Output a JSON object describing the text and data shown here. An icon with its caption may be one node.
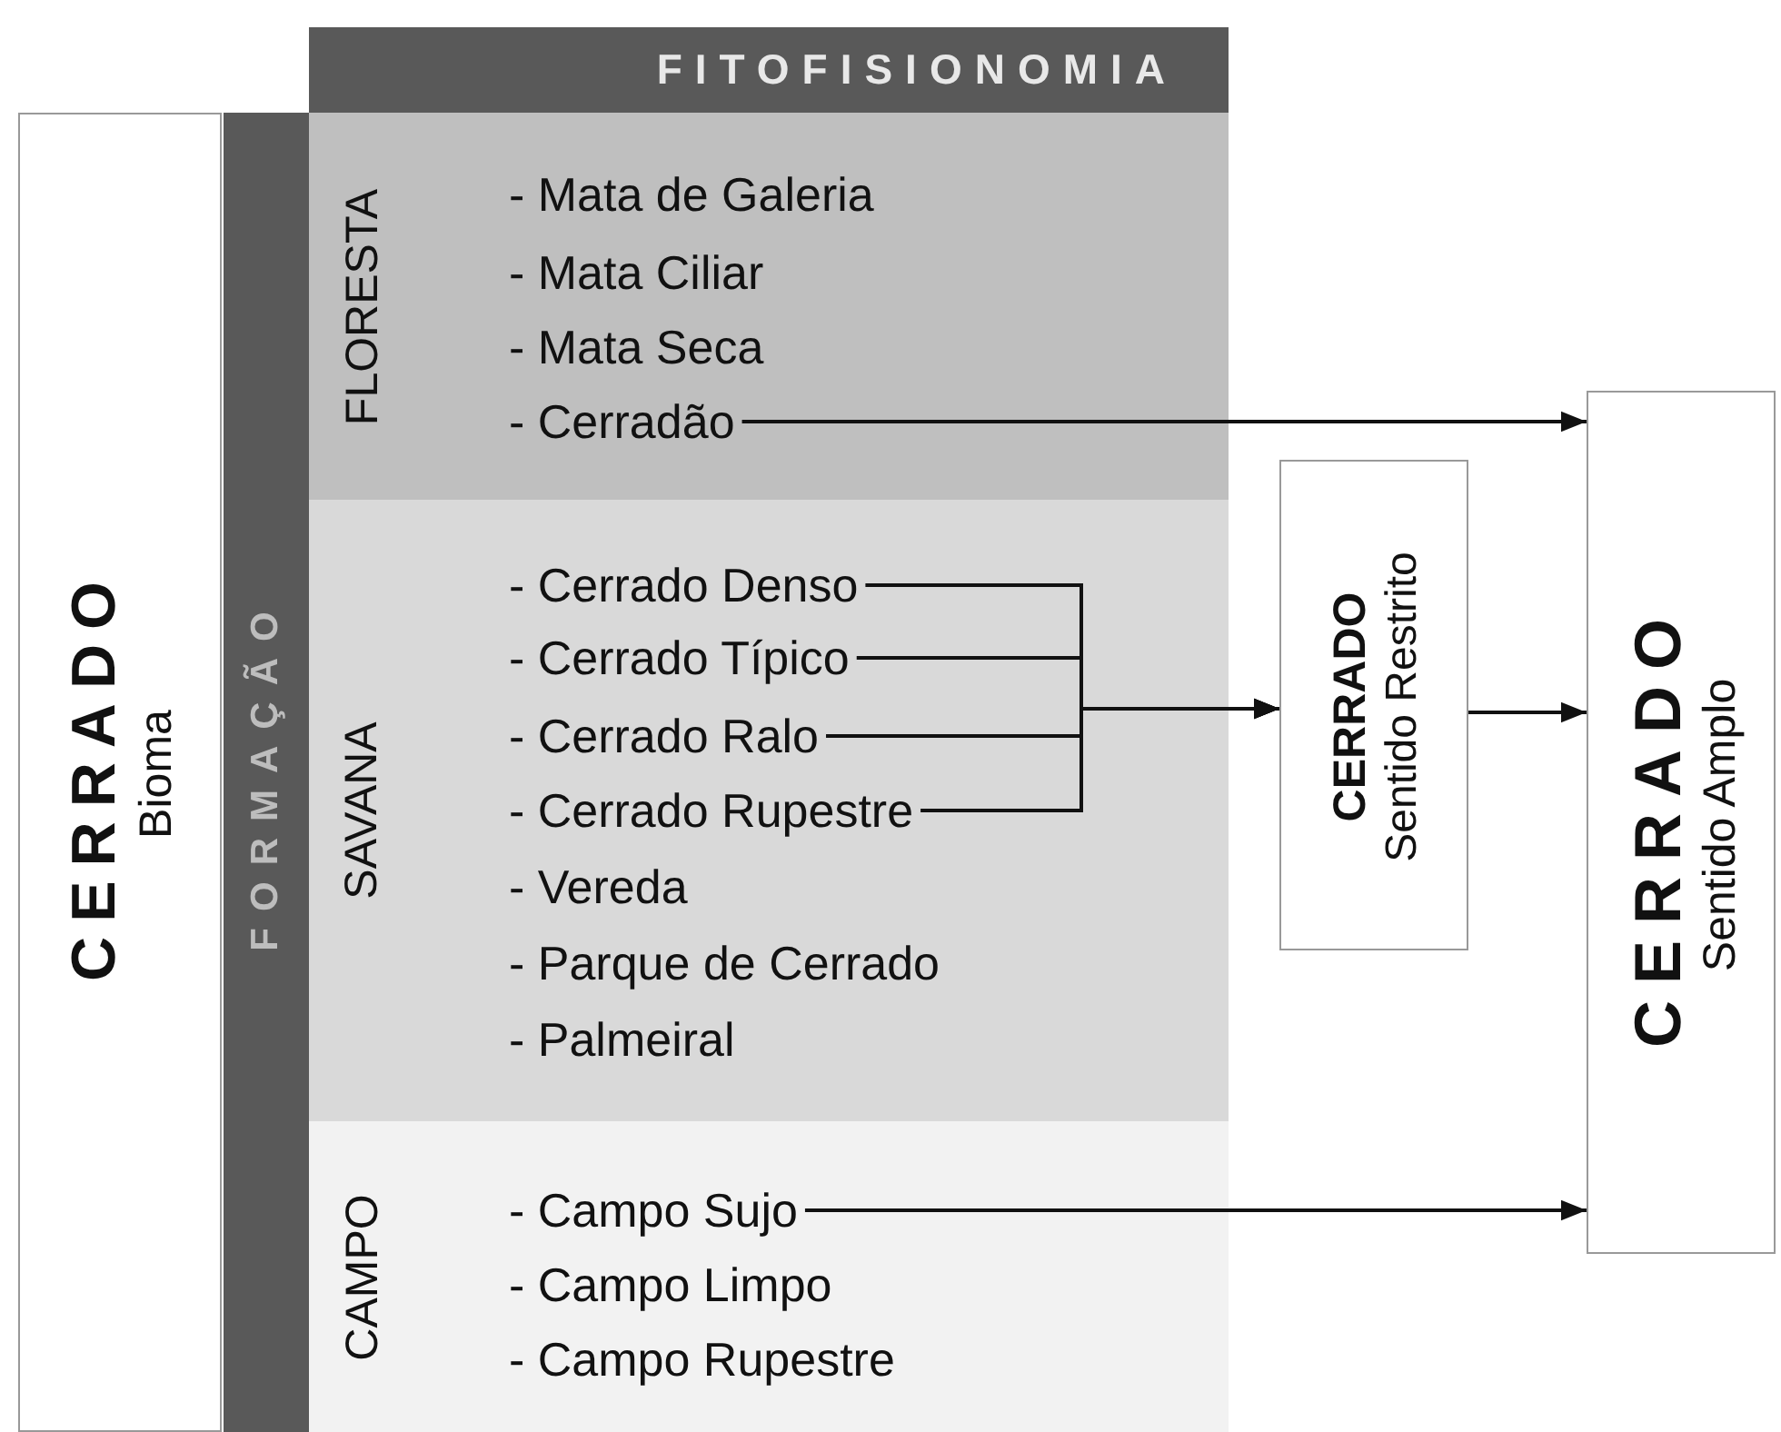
{
  "diagram": {
    "nodes": [
      {
        "text": [
          "CERRADO",
          "Bioma"
        ]
      },
      {
        "text": [
          "FITOFISIONOMIA"
        ]
      },
      {
        "text": [
          "FORMAÇÃO"
        ]
      },
      {
        "text": [
          "FLORESTA"
        ]
      },
      {
        "text": [
          "- Mata de Galeria"
        ],
        "in": 3
      },
      {
        "text": [
          "- Mata Ciliar"
        ],
        "in": 3
      },
      {
        "text": [
          "- Mata Seca"
        ],
        "in": 3
      },
      {
        "text": [
          "- Cerradão"
        ],
        "in": 3
      },
      {
        "text": [
          "SAVANA"
        ]
      },
      {
        "text": [
          "- Cerrado Denso"
        ],
        "in": 8
      },
      {
        "text": [
          "- Cerrado Típico"
        ],
        "in": 8
      },
      {
        "text": [
          "- Cerrado Ralo"
        ],
        "in": 8
      },
      {
        "text": [
          "- Cerrado Rupestre"
        ],
        "in": 8
      },
      {
        "text": [
          "- Vereda"
        ],
        "in": 8
      },
      {
        "text": [
          "- Parque de Cerrado"
        ],
        "in": 8
      },
      {
        "text": [
          "- Palmeiral"
        ],
        "in": 8
      },
      {
        "text": [
          "CAMPO"
        ]
      },
      {
        "text": [
          "- Campo Sujo"
        ],
        "in": 16
      },
      {
        "text": [
          "- Campo Limpo"
        ],
        "in": 16
      },
      {
        "text": [
          "- Campo Rupestre"
        ],
        "in": 16
      },
      {
        "text": [
          "CERRADO",
          "Sentido Restrito"
        ]
      },
      {
        "text": [
          "CERRADO",
          "Sentido Amplo"
        ]
      }
    ],
    "edges": [
      {
        "from": 7,
        "to": 21,
        "arrow": "to"
      },
      {
        "from": 9,
        "to": 20,
        "arrow": "to"
      },
      {
        "from": 10,
        "to": 20,
        "arrow": "to"
      },
      {
        "from": 11,
        "to": 20,
        "arrow": "to"
      },
      {
        "from": 12,
        "to": 20,
        "arrow": "to"
      },
      {
        "from": 20,
        "to": 21,
        "arrow": "to"
      },
      {
        "from": 17,
        "to": 21,
        "arrow": "to"
      }
    ]
  }
}
